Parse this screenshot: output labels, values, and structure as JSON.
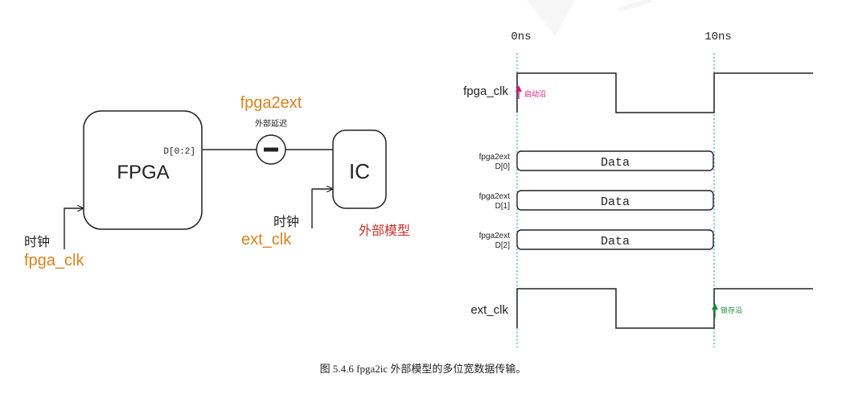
{
  "block_diagram": {
    "fpga_label": "FPGA",
    "bus_label": "D[0:2]",
    "signal_label": "fpga2ext",
    "delay_label": "外部延迟",
    "ic_label": "IC",
    "fpga_clock_cn": "时钟",
    "fpga_clock_name": "fpga_clk",
    "ext_clock_cn": "时钟",
    "ext_clock_name": "ext_clk",
    "model_label": "外部模型"
  },
  "timing": {
    "time_start": "0ns",
    "time_end": "10ns",
    "fpga_clk_label": "fpga_clk",
    "launch_edge_label": "启动沿",
    "data_rows": [
      {
        "signal": "fpga2ext",
        "bit": "D[0]",
        "value": "Data"
      },
      {
        "signal": "fpga2ext",
        "bit": "D[1]",
        "value": "Data"
      },
      {
        "signal": "fpga2ext",
        "bit": "D[2]",
        "value": "Data"
      }
    ],
    "ext_clk_label": "ext_clk",
    "latch_edge_label": "锁存沿"
  },
  "caption": "图 5.4.6 fpga2ic 外部模型的多位宽数据传输。",
  "colors": {
    "orange": "#d9821e",
    "red": "#c8322a",
    "magenta": "#d21a78",
    "green": "#1a8a3a",
    "dotted_blue": "#4aa3d8",
    "line": "#222222"
  }
}
